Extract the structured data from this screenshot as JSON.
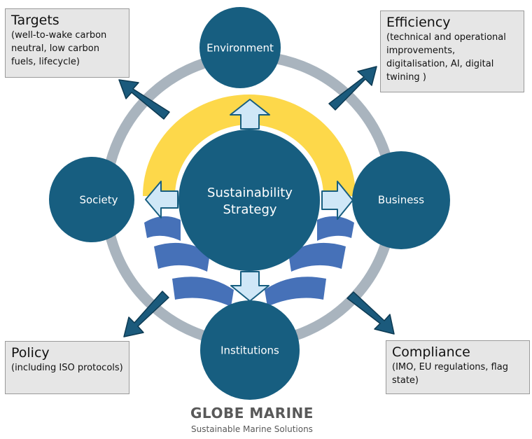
{
  "center": {
    "line1": "Sustainability",
    "line2": "Strategy"
  },
  "nodes": {
    "environment": "Environment",
    "society": "Society",
    "business": "Business",
    "institutions": "Institutions"
  },
  "boxes": {
    "targets": {
      "title": "Targets",
      "body": "(well-to-wake carbon neutral, low carbon fuels, lifecycle)"
    },
    "efficiency": {
      "title": "Efficiency",
      "body": "(technical and operational improvements, digitalisation, AI, digital twining )"
    },
    "policy": {
      "title": "Policy",
      "body": "(including ISO protocols)"
    },
    "compliance": {
      "title": "Compliance",
      "body": "(IMO, EU regulations, flag state)"
    }
  },
  "brand": {
    "name": "GLOBE MARINE",
    "tagline": "Sustainable Marine Solutions"
  },
  "colors": {
    "node_fill": "#175e80",
    "ring": "#a9b4be",
    "arc": "#fdd84a",
    "waves": "#4671b8",
    "inner_arrow": "#cfe7f7",
    "outer_arrow": "#1b5a7c"
  }
}
